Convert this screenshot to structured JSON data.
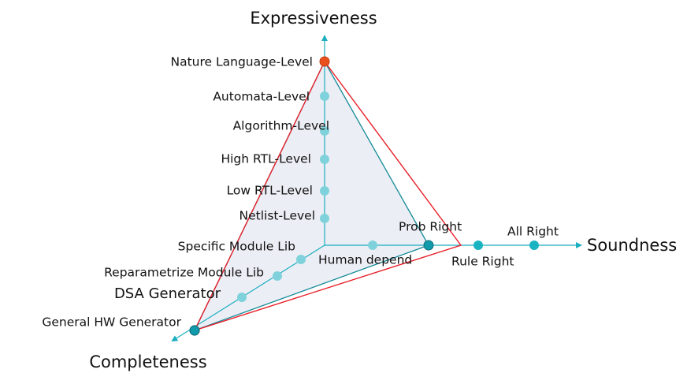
{
  "axes": {
    "expressiveness": "Expressiveness",
    "soundness": "Soundness",
    "completeness": "Completeness"
  },
  "expressiveness_levels": [
    "Nature Language-Level",
    "Automata-Level",
    "Algorithm-Level",
    "High RTL-Level",
    "Low RTL-Level",
    "Netlist-Level"
  ],
  "soundness_levels": [
    "Human depend",
    "Prob Right",
    "Rule Right",
    "All Right"
  ],
  "completeness_levels": [
    "Specific Module Lib",
    "Reparametrize Module Lib",
    "DSA Generator",
    "General HW Generator"
  ],
  "colors": {
    "axis": "#1aaebf",
    "point": "#7fd2db",
    "point_dark": "#119aab",
    "point_top": "#e8501e",
    "fill": "#eceef5",
    "teal_line": "#138a96",
    "red_line": "#e8202a"
  }
}
